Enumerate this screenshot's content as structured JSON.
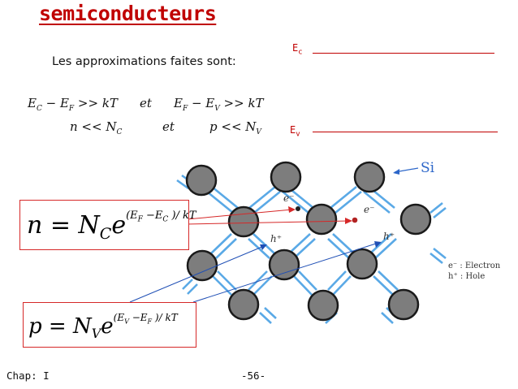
{
  "slide": {
    "title": "semiconducteurs",
    "subtitle": "Les approximations faites sont:",
    "footer_left": "Chap: I",
    "page_number": "-56-"
  },
  "conditions": {
    "row1_left": [
      "E",
      "C",
      " − E",
      "F",
      " >> kT"
    ],
    "row1_mid": "et",
    "row1_right": [
      "E",
      "F",
      " − E",
      "V",
      " >> kT"
    ],
    "row2_left": [
      "n << N",
      "C"
    ],
    "row2_mid": "et",
    "row2_right": [
      "p << N",
      "V"
    ]
  },
  "band_labels": {
    "ec": "E",
    "ec_sub": "c",
    "ev": "E",
    "ev_sub": "v"
  },
  "formulas": {
    "n_main": "n = N",
    "n_sub": "C",
    "n_e": "e",
    "n_exp": "(E",
    "n_exp_s1": "F",
    "n_exp_mid": " −E",
    "n_exp_s2": "C",
    "n_exp_end": " )/ kT",
    "p_main": "p = N",
    "p_sub": "V",
    "p_e": "e",
    "p_exp": "(E",
    "p_exp_s1": "V",
    "p_exp_mid": " −E",
    "p_exp_s2": "F",
    "p_exp_end": " )/ kT"
  },
  "lattice": {
    "si_label": "Si",
    "electron_label": "e⁻",
    "hole_label": "h⁺",
    "legend_electron": "e⁻  : Electron",
    "legend_hole": "h⁺  :  Hole"
  },
  "colors": {
    "accent_red": "#c00000",
    "atom_fill": "#7d7d7d",
    "bond_blue": "#5aa9e6",
    "arrow_blue": "#1f4fb5"
  }
}
